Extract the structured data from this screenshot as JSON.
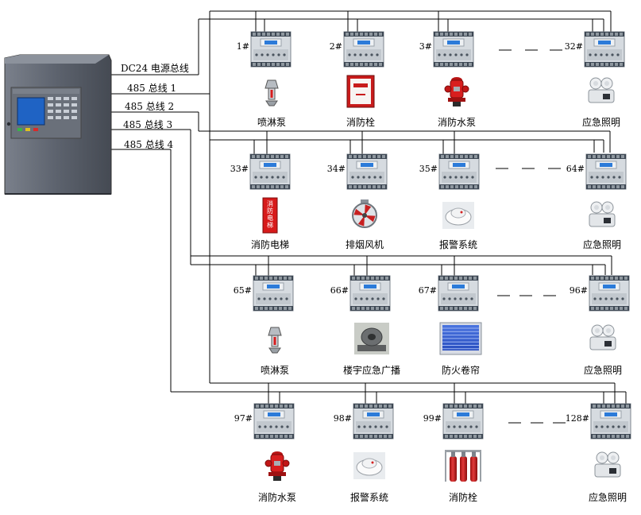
{
  "bus_labels": {
    "power": "DC24 电源总线",
    "bus1": "485 总线 1",
    "bus2": "485 总线 2",
    "bus3": "485 总线 3",
    "bus4": "485 总线 4"
  },
  "rows": [
    {
      "modules": [
        {
          "id": "1#",
          "device": "喷淋泵",
          "icon": "sprinkler-icon"
        },
        {
          "id": "2#",
          "device": "消防栓",
          "icon": "hydrant-cabinet-icon"
        },
        {
          "id": "3#",
          "device": "消防水泵",
          "icon": "fire-hydrant-icon"
        },
        {
          "id": "32#",
          "device": "应急照明",
          "icon": "emergency-light-icon"
        }
      ]
    },
    {
      "modules": [
        {
          "id": "33#",
          "device": "消防电梯",
          "icon": "fire-elevator-sign-icon",
          "sign_text": "消防电梯"
        },
        {
          "id": "34#",
          "device": "排烟风机",
          "icon": "exhaust-fan-icon"
        },
        {
          "id": "35#",
          "device": "报警系统",
          "icon": "smoke-detector-icon"
        },
        {
          "id": "64#",
          "device": "应急照明",
          "icon": "emergency-light-icon"
        }
      ]
    },
    {
      "modules": [
        {
          "id": "65#",
          "device": "喷淋泵",
          "icon": "sprinkler-icon"
        },
        {
          "id": "66#",
          "device": "楼宇应急广播",
          "icon": "speaker-icon"
        },
        {
          "id": "67#",
          "device": "防火卷帘",
          "icon": "fire-shutter-icon"
        },
        {
          "id": "96#",
          "device": "应急照明",
          "icon": "emergency-light-icon"
        }
      ]
    },
    {
      "modules": [
        {
          "id": "97#",
          "device": "消防水泵",
          "icon": "fire-hydrant-icon"
        },
        {
          "id": "98#",
          "device": "报警系统",
          "icon": "smoke-detector-icon"
        },
        {
          "id": "99#",
          "device": "消防栓",
          "icon": "gas-cylinders-icon"
        },
        {
          "id": "128#",
          "device": "应急照明",
          "icon": "emergency-light-icon"
        }
      ]
    }
  ],
  "colors": {
    "panel_body": "#5e6470",
    "panel_screen": "#1f63c4",
    "module_body": "#d6dbe0",
    "module_terminal": "#3d4753",
    "module_screen": "#2c7bd9",
    "hydrant_red": "#d81e1e",
    "wire": "#000000"
  }
}
